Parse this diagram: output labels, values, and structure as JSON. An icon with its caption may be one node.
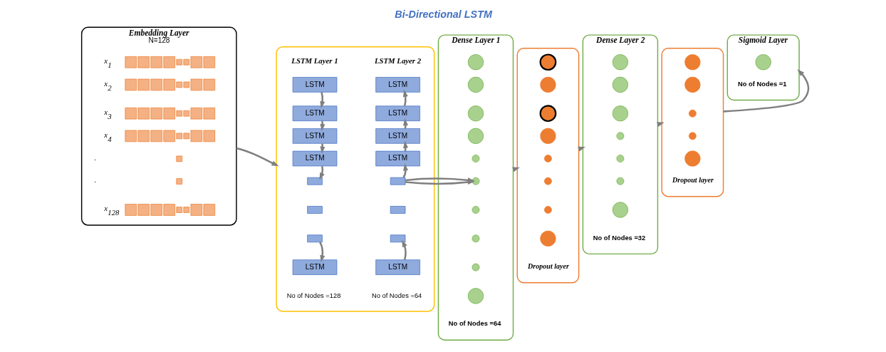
{
  "diagram": {
    "title": "Bi-Directional LSTM",
    "nodes": [
      {
        "text": [
          "Embedding Layer",
          "N=128"
        ]
      },
      {
        "text": [],
        "shape": "box"
      },
      {
        "text": [
          "LSTM"
        ],
        "in": 1
      },
      {
        "text": [
          "LSTM"
        ],
        "in": 1
      },
      {
        "text": [
          "LSTM"
        ],
        "in": 1
      },
      {
        "text": [
          "LSTM"
        ],
        "in": 1
      },
      {
        "text": [],
        "shape": "box",
        "in": 1
      },
      {
        "text": [],
        "shape": "box",
        "in": 1
      },
      {
        "text": [],
        "shape": "box",
        "in": 1
      },
      {
        "text": [
          "LSTM"
        ],
        "in": 1
      },
      {
        "text": [
          "LSTM"
        ],
        "in": 1
      },
      {
        "text": [
          "LSTM"
        ],
        "in": 1
      },
      {
        "text": [
          "LSTM"
        ],
        "in": 1
      },
      {
        "text": [
          "LSTM"
        ],
        "in": 1
      },
      {
        "text": [],
        "shape": "box",
        "in": 1
      },
      {
        "text": [],
        "shape": "box",
        "in": 1
      },
      {
        "text": [],
        "shape": "box",
        "in": 1
      },
      {
        "text": [
          "LSTM"
        ],
        "in": 1
      },
      {
        "text": [
          "Dense Layer 1",
          "No of Nodes =64"
        ]
      },
      {
        "text": [],
        "shape": "circle",
        "in": 18
      },
      {
        "text": [],
        "shape": "circle",
        "in": 18
      },
      {
        "text": [],
        "shape": "circle",
        "in": 18
      },
      {
        "text": [],
        "shape": "circle",
        "in": 18
      },
      {
        "text": [],
        "shape": "circle",
        "in": 18
      },
      {
        "text": [],
        "shape": "circle",
        "in": 18
      },
      {
        "text": [],
        "shape": "circle",
        "in": 18
      },
      {
        "text": [],
        "shape": "circle",
        "in": 18
      },
      {
        "text": [],
        "shape": "circle",
        "in": 18
      },
      {
        "text": [],
        "shape": "circle",
        "in": 18
      },
      {
        "text": [
          "Dropout layer"
        ]
      },
      {
        "text": [],
        "shape": "circle",
        "in": 29
      },
      {
        "text": [],
        "shape": "circle",
        "in": 29
      },
      {
        "text": [],
        "shape": "circle",
        "in": 29
      },
      {
        "text": [],
        "shape": "circle",
        "in": 29
      },
      {
        "text": [],
        "shape": "circle",
        "in": 29
      },
      {
        "text": [],
        "shape": "circle",
        "in": 29
      },
      {
        "text": [],
        "shape": "circle",
        "in": 29
      },
      {
        "text": [],
        "shape": "circle",
        "in": 29
      },
      {
        "text": [
          "Dense Layer 2",
          "No of Nodes =32"
        ]
      },
      {
        "text": [],
        "shape": "circle",
        "in": 38
      },
      {
        "text": [],
        "shape": "circle",
        "in": 38
      },
      {
        "text": [],
        "shape": "circle",
        "in": 38
      },
      {
        "text": [],
        "shape": "circle",
        "in": 38
      },
      {
        "text": [],
        "shape": "circle",
        "in": 38
      },
      {
        "text": [],
        "shape": "circle",
        "in": 38
      },
      {
        "text": [],
        "shape": "circle",
        "in": 38
      },
      {
        "text": [
          "Dropout layer"
        ]
      },
      {
        "text": [],
        "shape": "circle",
        "in": 46
      },
      {
        "text": [],
        "shape": "circle",
        "in": 46
      },
      {
        "text": [],
        "shape": "circle",
        "in": 46
      },
      {
        "text": [],
        "shape": "circle",
        "in": 46
      },
      {
        "text": [],
        "shape": "circle",
        "in": 46
      },
      {
        "text": [
          "Sigmoid Layer",
          "No of Nodes =1"
        ]
      },
      {
        "text": [],
        "shape": "circle",
        "in": 52
      }
    ],
    "edges": [
      {
        "from": 2,
        "to": 3,
        "arrow": "to"
      },
      {
        "from": 3,
        "to": 4,
        "arrow": "to"
      },
      {
        "from": 4,
        "to": 5,
        "arrow": "to"
      },
      {
        "from": 5,
        "to": 6,
        "arrow": "to"
      },
      {
        "from": 8,
        "to": 9,
        "arrow": "to"
      },
      {
        "from": 17,
        "to": 16,
        "arrow": "to"
      },
      {
        "from": 14,
        "to": 13,
        "arrow": "to"
      },
      {
        "from": 13,
        "to": 12,
        "arrow": "to"
      },
      {
        "from": 12,
        "to": 11,
        "arrow": "to"
      },
      {
        "from": 11,
        "to": 10,
        "arrow": "to"
      },
      {
        "from": 0,
        "to": 1,
        "arrow": "to"
      },
      {
        "from": 1,
        "to": 18,
        "arrow": "to"
      },
      {
        "from": 18,
        "to": 29,
        "arrow": "to"
      },
      {
        "from": 29,
        "to": 38,
        "arrow": "to"
      },
      {
        "from": 38,
        "to": 46,
        "arrow": "to"
      },
      {
        "from": 46,
        "to": 52,
        "arrow": "to"
      }
    ],
    "labels": [
      "x$_{1}$",
      "x$_{2}$",
      "x$_{3}$",
      "x$_{4}$",
      ".",
      ".",
      "x$_{128}$",
      "LSTM Layer 1",
      "LSTM Layer 2",
      "No of Nodes =128",
      "No of Nodes =64"
    ]
  }
}
